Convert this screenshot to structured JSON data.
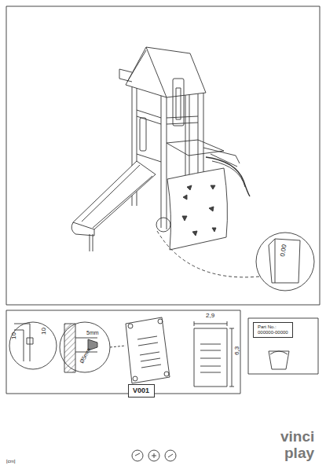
{
  "diagram": {
    "nodes": [
      {
        "text": [
          "V001"
        ]
      },
      {
        "text": [
          "Part No.:",
          "000000-00000"
        ]
      }
    ],
    "labels": [
      "0.00",
      "10",
      "10",
      "5mm",
      "Ø5mm",
      "2,9",
      "6,3",
      "[cm]",
      "vinci",
      "play"
    ]
  }
}
